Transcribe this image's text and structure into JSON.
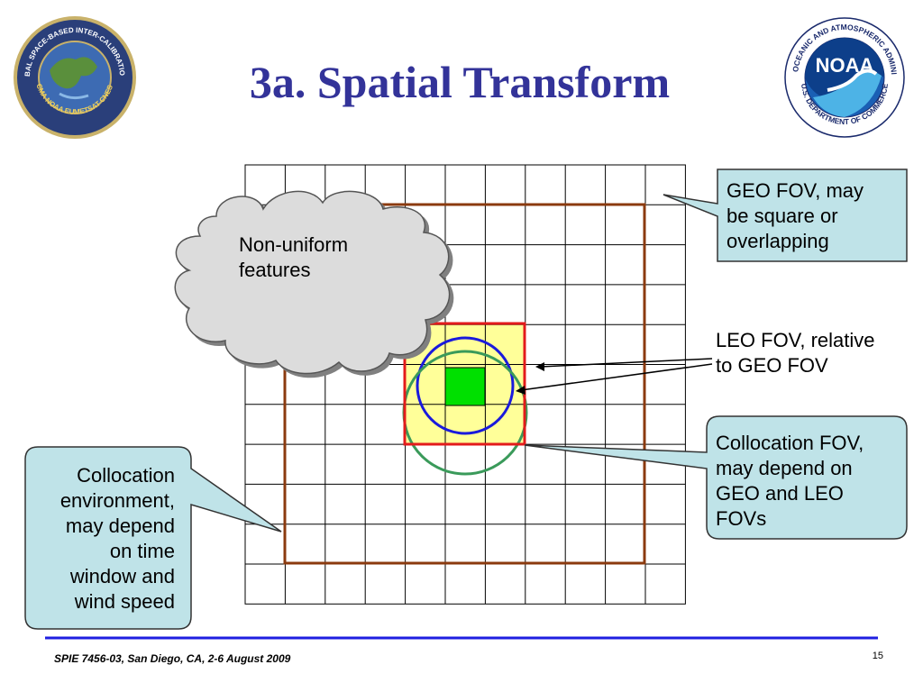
{
  "title": "3a. Spatial Transform",
  "logos": {
    "left_seal": {
      "icon": "wmo-gsics-seal-icon",
      "top_text": "WMO GLOBAL SPACE-BASED INTER-CALIBRATION SYSTEM",
      "bottom_text": "JMA CMA NOAA EUMETSAT CNES KMA"
    },
    "right_seal": {
      "icon": "noaa-seal-icon",
      "center_text": "NOAA",
      "ring_text_top": "NATIONAL OCEANIC AND ATMOSPHERIC ADMINISTRATION",
      "ring_text_bottom": "U.S. DEPARTMENT OF COMMERCE"
    }
  },
  "labels": {
    "cloud": [
      "Non-uniform",
      "features"
    ],
    "geo_fov": [
      "GEO FOV, may",
      "be square or",
      "overlapping"
    ],
    "leo_fov": [
      "LEO FOV, relative",
      "to GEO FOV"
    ],
    "collocation_fov": [
      "Collocation FOV,",
      "may depend on",
      "GEO and LEO",
      "FOVs"
    ],
    "environment": [
      "Collocation",
      "environment,",
      "may depend",
      "on time",
      "window and",
      "wind speed"
    ]
  },
  "footer": {
    "citation": "SPIE 7456-03, San Diego, CA, 2-6 August 2009",
    "page_number": "15"
  },
  "colors": {
    "title": "#333399",
    "callout_fill": "#bfe3e8",
    "environment_box": "#8b3a0e",
    "collocation_box": "#e31b1b",
    "collocation_fill": "#ffff99",
    "leo_pixel": "#00e000",
    "leo_circle": "#1a1adc",
    "outer_circle": "#3a9a5a",
    "cloud_fill": "#dcdcdc",
    "footer_rule": "#1f1fe0"
  }
}
